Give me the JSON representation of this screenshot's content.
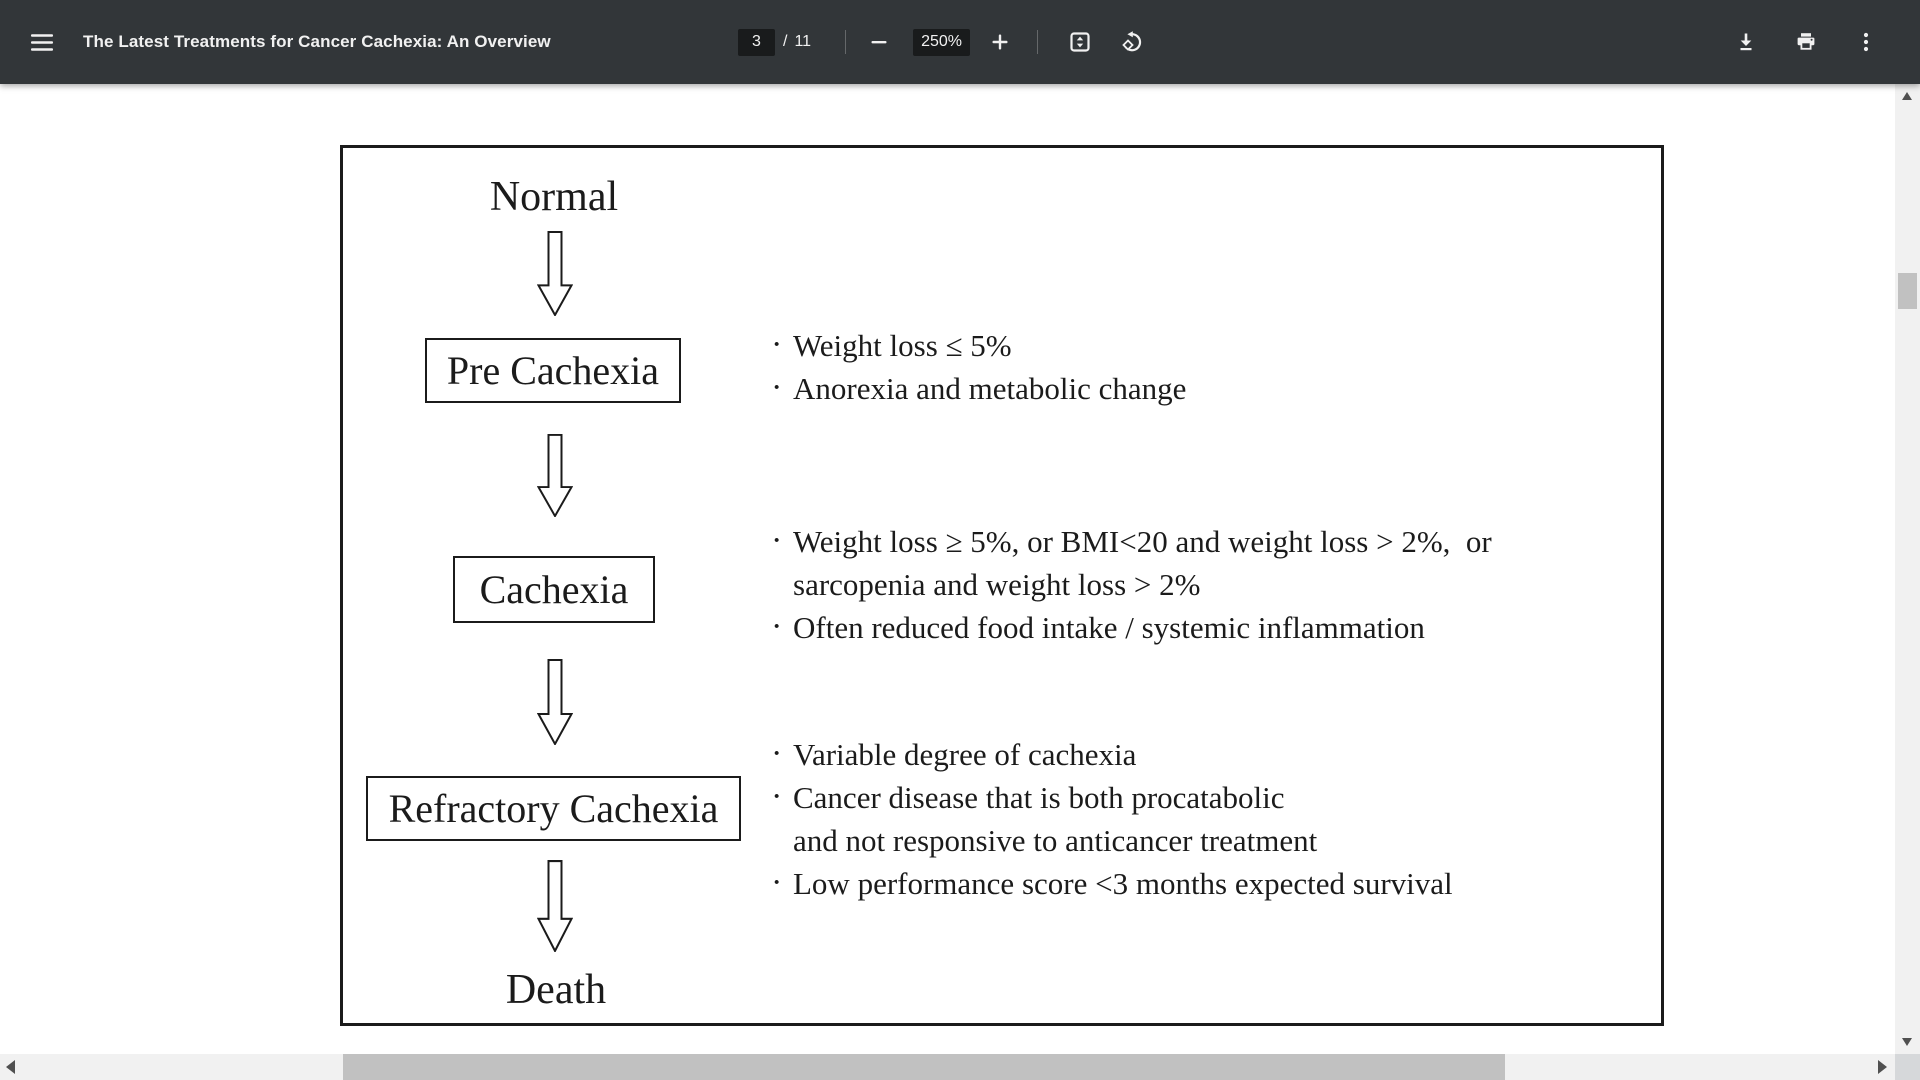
{
  "toolbar": {
    "title": "The Latest Treatments for Cancer Cachexia: An Overview",
    "page_current": "3",
    "page_separator": "/",
    "page_count": "11",
    "zoom_level": "250%",
    "icons": [
      "menu-icon",
      "zoom-out-icon",
      "zoom-in-icon",
      "fit-page-icon",
      "rotate-ccw-icon",
      "download-icon",
      "print-icon",
      "more-vertical-icon"
    ]
  },
  "diagram": {
    "nodes": [
      {
        "label": "Normal",
        "boxed": false,
        "bullets": []
      },
      {
        "label": "Pre Cachexia",
        "boxed": true,
        "bullets": [
          [
            "Weight loss ≤ 5%"
          ],
          [
            "Anorexia and metabolic change"
          ]
        ]
      },
      {
        "label": "Cachexia",
        "boxed": true,
        "bullets": [
          [
            "Weight loss ≥ 5%, or BMI<20 and weight loss > 2%,  or",
            "sarcopenia and weight loss > 2%"
          ],
          [
            "Often reduced food intake / systemic inflammation"
          ]
        ]
      },
      {
        "label": "Refractory Cachexia",
        "boxed": true,
        "bullets": [
          [
            "Variable degree of cachexia"
          ],
          [
            "Cancer disease that is both procatabolic",
            "and not responsive to anticancer treatment"
          ],
          [
            "Low performance score <3 months expected survival"
          ]
        ]
      },
      {
        "label": "Death",
        "boxed": false,
        "bullets": []
      }
    ]
  },
  "colors": {
    "toolbar_bg": "#323639",
    "toolbar_text": "#f1f1f1",
    "page_bg": "#ffffff",
    "ink": "#1b1b1b",
    "scroll_track": "#f1f1f1",
    "scroll_thumb": "#c1c1c1"
  }
}
